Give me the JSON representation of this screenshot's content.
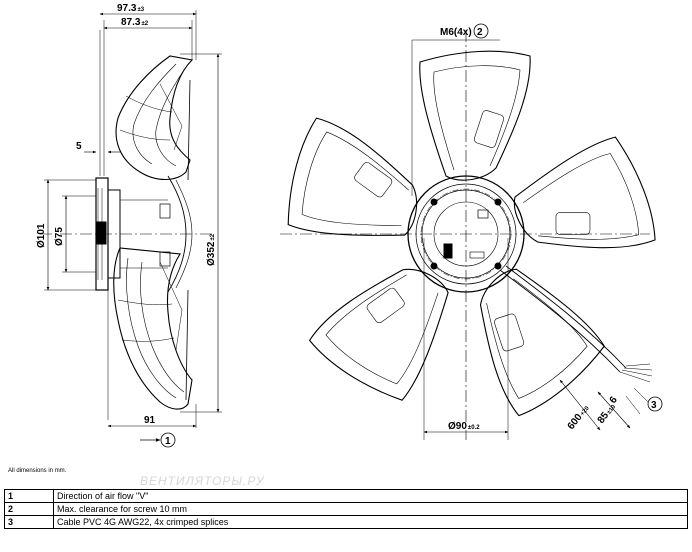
{
  "side_view": {
    "dims": {
      "width_total": "97.3",
      "width_total_tol": "±3",
      "width_hub": "87.3",
      "width_hub_tol": "±2",
      "offset": "5",
      "diam_101": "Ø101",
      "diam_75": "Ø75",
      "diam_352": "Ø352",
      "diam_352_tol": "±2",
      "length_91": "91"
    },
    "callout_1": "1"
  },
  "front_view": {
    "thread_label": "M6(4x)",
    "callout_2": "2",
    "callout_3": "3",
    "bolt_circle": "Ø90",
    "bolt_circle_tol": "±0.2",
    "cable_len": "600",
    "cable_len_tol": "+20",
    "cable_strip": "85",
    "cable_strip_tol": "±10",
    "cable_end": "6"
  },
  "note": "All dimensions in mm.",
  "watermark": "ВЕНТИЛЯТОРЫ.РУ",
  "legend": [
    {
      "num": "1",
      "text": "Direction of air flow \"V\""
    },
    {
      "num": "2",
      "text": "Max. clearance for screw 10 mm"
    },
    {
      "num": "3",
      "text": "Cable PVC 4G AWG22, 4x crimped splices"
    }
  ]
}
